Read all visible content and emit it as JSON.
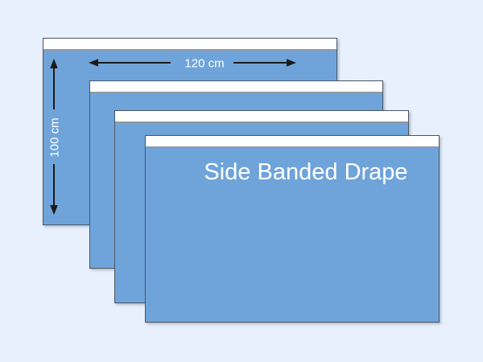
{
  "diagram": {
    "title": "Side Banded Drape"
  },
  "drape": {
    "label": "Side Banded Drape",
    "layer_count": 4
  },
  "dimensions": {
    "width": "120 cm",
    "height": "100 cm"
  },
  "colors": {
    "background": "#e8f0fe",
    "drape_fill": "#6fa4da",
    "band_fill": "#ffffff",
    "drape_outline": "#4a5663",
    "band_edge": "#8f99a3",
    "arrow": "#1a1a1a",
    "label_text": "#ffffff"
  }
}
